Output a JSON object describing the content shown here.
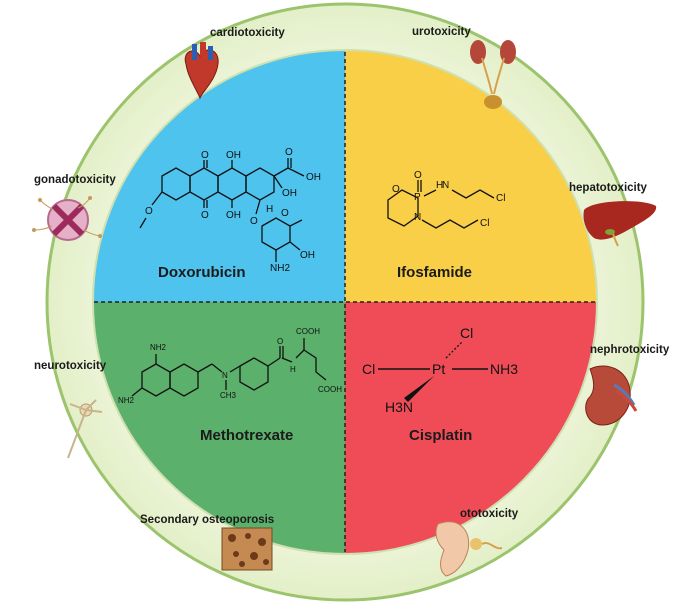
{
  "drugs": [
    {
      "name": "Doxorubicin",
      "color": "#4dc3ee"
    },
    {
      "name": "Ifosfamide",
      "color": "#f9cf47"
    },
    {
      "name": "Methotrexate",
      "color": "#5bb06b"
    },
    {
      "name": "Cisplatin",
      "color": "#ef4c57"
    }
  ],
  "toxicities": {
    "cardiotoxicity": "cardiotoxicity",
    "urotoxicity": "urotoxicity",
    "gonadotoxicity": "gonadotoxicity",
    "hepatotoxicity": "hepatotoxicity",
    "neurotoxicity": "neurotoxicity",
    "nephrotoxicity": "nephrotoxicity",
    "secondary_osteoporosis": "Secondary osteoporosis",
    "ototoxicity": "ototoxicity"
  },
  "atoms": {
    "doxorubicin": {
      "o": "O",
      "oh": "OH",
      "h": "H",
      "nh2": "NH2"
    },
    "ifosfamide": {
      "o": "O",
      "p": "P",
      "n": "N",
      "h": "H",
      "cl": "Cl"
    },
    "methotrexate": {
      "nh2": "NH2",
      "n": "N",
      "ch3": "CH3",
      "o": "O",
      "h": "H",
      "cooh": "COOH"
    },
    "cisplatin": {
      "cl": "Cl",
      "pt": "Pt",
      "nh3": "NH3",
      "h3n": "H3N"
    }
  },
  "colors": {
    "outer_ring": "#eaf3d3",
    "outer_ring_border": "#a8c97a"
  }
}
